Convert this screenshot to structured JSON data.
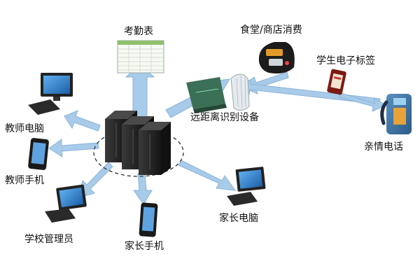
{
  "labels": {
    "attendance_sheet": "考勤表",
    "canteen_store": "食堂/商店消费",
    "student_tag": "学生电子标签",
    "remote_reader": "远距离识别设备",
    "family_phone": "亲情电话",
    "teacher_pc": "教师电脑",
    "teacher_mobile": "教师手机",
    "school_admin": "学校管理员",
    "parent_mobile": "家长手机",
    "parent_pc": "家长电脑"
  },
  "colors": {
    "arrow_fill": "#a8cbe9",
    "arrow_stroke": "#8ab3d8",
    "server_dark": "#2a2a2a",
    "monitor_screen": "#2f7fd0",
    "reader_green": "#3b6f56"
  },
  "icons": {
    "central_servers": "server-cluster-icon",
    "attendance": "spreadsheet-icon",
    "canteen": "card-reader-icon",
    "tag": "rfid-tag-icon",
    "reader": "rfid-reader-icon",
    "phone": "payphone-icon"
  }
}
